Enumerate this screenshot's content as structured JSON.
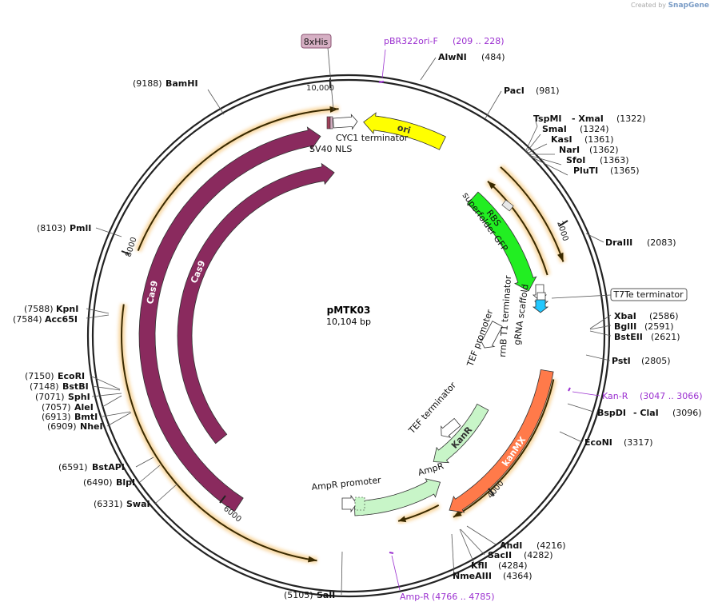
{
  "credit": {
    "created_by": "Created by",
    "app": "SnapGene"
  },
  "plasmid": {
    "name": "pMTK03",
    "size": "10,104 bp"
  },
  "ticks": [
    "10,000",
    "2000",
    "4000",
    "6000",
    "8000"
  ],
  "boxed_labels": {
    "his": "8xHis",
    "t7te": "T7Te terminator"
  },
  "primers": [
    {
      "name": "pBR322ori-F",
      "range": "(209 .. 228)"
    },
    {
      "name": "Kan-R",
      "range": "(3047 .. 3066)"
    },
    {
      "name": "Amp-R",
      "range": "(4766 .. 4785)"
    }
  ],
  "enzymes_right": [
    {
      "name": "AlwNI",
      "pos": "(484)"
    },
    {
      "name": "PacI",
      "pos": "(981)"
    },
    {
      "name": "TspMI",
      "pos": "- XmaI",
      "extra": "(1322)"
    },
    {
      "name": "SmaI",
      "pos": "(1324)"
    },
    {
      "name": "KasI",
      "pos": "(1361)"
    },
    {
      "name": "NarI",
      "pos": "(1362)"
    },
    {
      "name": "SfoI",
      "pos": "(1363)"
    },
    {
      "name": "PluTI",
      "pos": "(1365)"
    },
    {
      "name": "DraIII",
      "pos": "(2083)"
    },
    {
      "name": "XbaI",
      "pos": "(2586)"
    },
    {
      "name": "BglII",
      "pos": "(2591)"
    },
    {
      "name": "BstEII",
      "pos": "(2621)"
    },
    {
      "name": "PstI",
      "pos": "(2805)"
    },
    {
      "name": "BspDI",
      "pos": "- ClaI",
      "extra": "(3096)"
    },
    {
      "name": "EcoNI",
      "pos": "(3317)"
    },
    {
      "name": "AhdI",
      "pos": "(4216)"
    },
    {
      "name": "SacII",
      "pos": "(4282)"
    },
    {
      "name": "KflI",
      "pos": "(4284)"
    },
    {
      "name": "NmeAIII",
      "pos": "(4364)"
    }
  ],
  "enzymes_left": [
    {
      "pos": "(9188)",
      "name": "BamHI"
    },
    {
      "pos": "(8103)",
      "name": "PmlI"
    },
    {
      "pos": "(7588)",
      "name": "KpnI"
    },
    {
      "pos": "(7584)",
      "name": "Acc65I"
    },
    {
      "pos": "(7150)",
      "name": "EcoRI"
    },
    {
      "pos": "(7148)",
      "name": "BstBI"
    },
    {
      "pos": "(7071)",
      "name": "SphI"
    },
    {
      "pos": "(7057)",
      "name": "AleI"
    },
    {
      "pos": "(6913)",
      "name": "BmtI"
    },
    {
      "pos": "(6909)",
      "name": "NheI"
    },
    {
      "pos": "(6591)",
      "name": "BstAPI"
    },
    {
      "pos": "(6490)",
      "name": "BlpI"
    },
    {
      "pos": "(6331)",
      "name": "SwaI"
    },
    {
      "pos": "(5105)",
      "name": "SalI"
    }
  ],
  "features": {
    "cyc1": "CYC1 terminator",
    "sv40_nls": "SV40 NLS",
    "ori": "ori",
    "rbs": "RBS",
    "sfgfp": "superfolder GFP",
    "rrnb": "rrnB T1 terminator",
    "grna": "gRNA scaffold",
    "tef_promoter": "TEF promoter",
    "kanr": "KanR",
    "tef_terminator": "TEF terminator",
    "kanmx": "kanMX",
    "ampr": "AmpR",
    "ampr_promoter": "AmpR promoter",
    "cas9_outer": "Cas9",
    "cas9_inner": "Cas9"
  },
  "colors": {
    "cas9": "#8a2a5e",
    "ori": "#ffff00",
    "gfp": "#22ee22",
    "kanmx": "#ff7a4a",
    "kanr": "#c8f5c8",
    "ampr": "#c8f5c8",
    "t7": "#22c8ff",
    "primer": "#9b30d0",
    "orf": "#f0a830",
    "nls": "#a0405a"
  }
}
